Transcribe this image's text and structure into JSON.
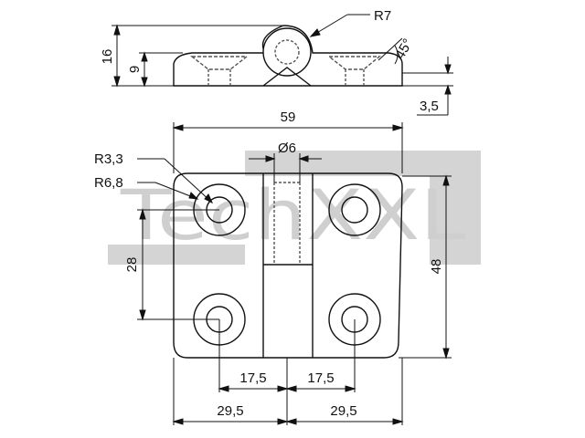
{
  "watermark": {
    "text": "TechXXL",
    "color": "#c9c9c9"
  },
  "colors": {
    "line": "#111111",
    "hidden": "#555555",
    "background": "#ffffff"
  },
  "side_view": {
    "radius_label": "R7",
    "height_label": "16",
    "plate_height_label": "9",
    "angle_label": "45°",
    "thickness_label": "3,5"
  },
  "top_view": {
    "width_label": "59",
    "pin_diameter_label": "Ø6",
    "hole_radius_label": "R3,3",
    "boss_radius_label": "R6,8",
    "height_label": "48",
    "hole_pitch_label": "28",
    "left_hole_offset_label": "17,5",
    "right_hole_offset_label": "17,5",
    "left_half_width_label": "29,5",
    "right_half_width_label": "29,5"
  }
}
